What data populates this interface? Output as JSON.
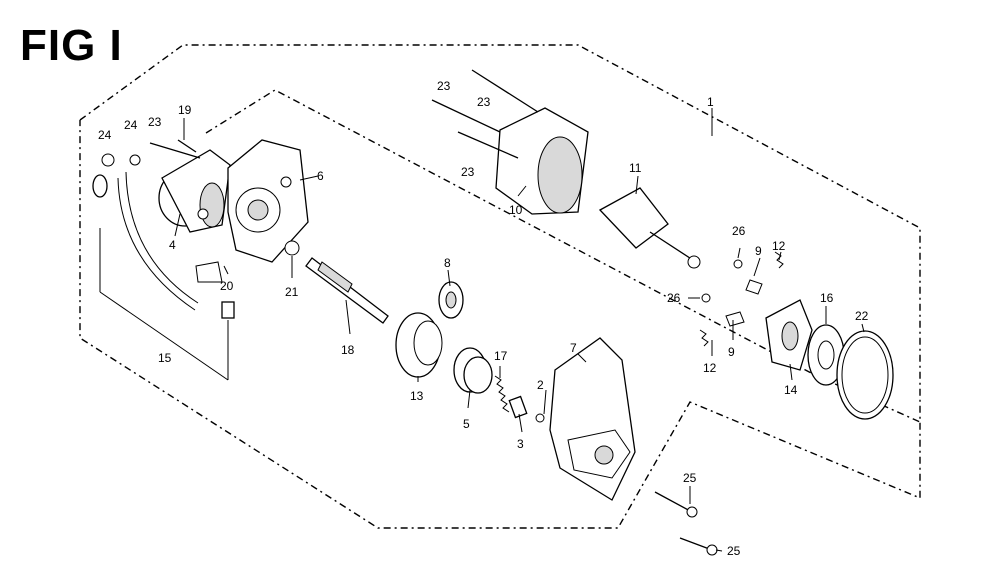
{
  "figure": {
    "title": "FIG I"
  },
  "callouts": {
    "c1": "1",
    "c2": "2",
    "c3": "3",
    "c4": "4",
    "c5": "5",
    "c6": "6",
    "c7": "7",
    "c8": "8",
    "c9a": "9",
    "c9b": "9",
    "c10": "10",
    "c11": "11",
    "c12a": "12",
    "c12b": "12",
    "c13": "13",
    "c14": "14",
    "c15": "15",
    "c16": "16",
    "c17": "17",
    "c18": "18",
    "c19": "19",
    "c20": "20",
    "c21": "21",
    "c22": "22",
    "c23a": "23",
    "c23b": "23",
    "c23c": "23",
    "c23d": "23",
    "c24a": "24",
    "c24b": "24",
    "c25a": "25",
    "c25b": "25",
    "c26a": "26",
    "c26b": "26"
  }
}
